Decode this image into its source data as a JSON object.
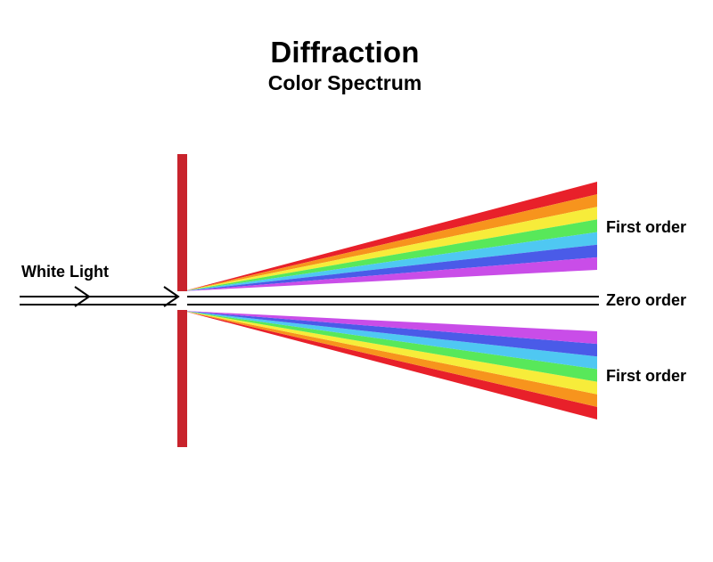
{
  "title": "Diffraction",
  "subtitle": "Color Spectrum",
  "labels": {
    "incident": "White Light",
    "zero_order": "Zero order",
    "first_order_upper": "First order",
    "first_order_lower": "First order"
  },
  "colors": {
    "barrier": "#c8232c",
    "spectrum": [
      "#e8202a",
      "#f7941d",
      "#f7ec3a",
      "#58e85a",
      "#4fc8f2",
      "#4a5be8",
      "#c94de8"
    ],
    "line": "#000000"
  }
}
